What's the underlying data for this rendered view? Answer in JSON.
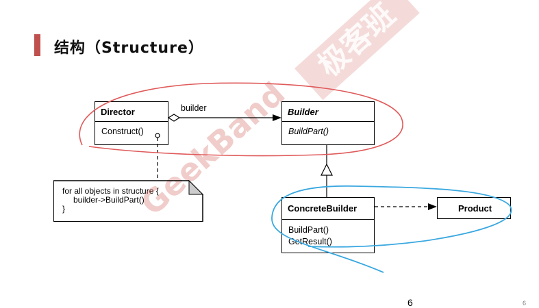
{
  "header": {
    "title": "结构（Structure）"
  },
  "watermark": {
    "brand": "GeekBand",
    "badge": "极客班"
  },
  "director": {
    "name": "Director",
    "method": "Construct()"
  },
  "builder_assoc": {
    "label": "builder"
  },
  "builder": {
    "name": "Builder",
    "method": "BuildPart()"
  },
  "note": {
    "line1": "for all objects in structure {",
    "line2": "builder->BuildPart()",
    "line3": "}"
  },
  "concrete_builder": {
    "name": "ConcreteBuilder",
    "method1": "BuildPart()",
    "method2": "GetResult()"
  },
  "product": {
    "name": "Product"
  },
  "page": {
    "number": "6",
    "number_small": "6"
  },
  "colors": {
    "accent": "#c0504d",
    "red_annotation": "#e05a5a",
    "blue_annotation": "#3aa8e0"
  }
}
